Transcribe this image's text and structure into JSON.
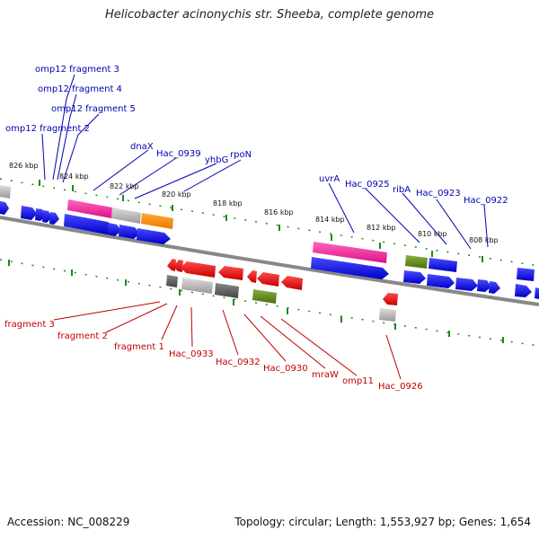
{
  "title": "Helicobacter acinonychis str. Sheeba, complete genome",
  "footer": {
    "accession": "Accession: NC_008229",
    "stats": "Topology: circular; Length: 1,553,927 bp; Genes: 1,654"
  },
  "ticks": [
    "826 kbp",
    "824 kbp",
    "822 kbp",
    "820 kbp",
    "818 kbp",
    "816 kbp",
    "814 kbp",
    "812 kbp",
    "810 kbp",
    "808 kbp"
  ],
  "forward_labels": [
    "omp12 fragment 3",
    "omp12 fragment 4",
    "omp12 fragment 5",
    "omp12 fragment 2",
    "dnaX",
    "Hac_0939",
    "yhbG",
    "rpoN",
    "uvrA",
    "Hac_0925",
    "ribA",
    "Hac_0923",
    "Hac_0922"
  ],
  "reverse_labels": [
    "fragment 3",
    "fragment 2",
    "fragment 1",
    "Hac_0933",
    "Hac_0932",
    "Hac_0930",
    "mraW",
    "omp11",
    "Hac_0926"
  ],
  "colors": {
    "blue": "#0000dd",
    "red": "#e00000",
    "pink": "#ee3399",
    "orange": "#ff8800",
    "gray": "#bbbbbb",
    "darkgray": "#666666",
    "olive": "#5f8a1a",
    "backbone": "#888888",
    "tickmark": "#1a8a1a"
  }
}
